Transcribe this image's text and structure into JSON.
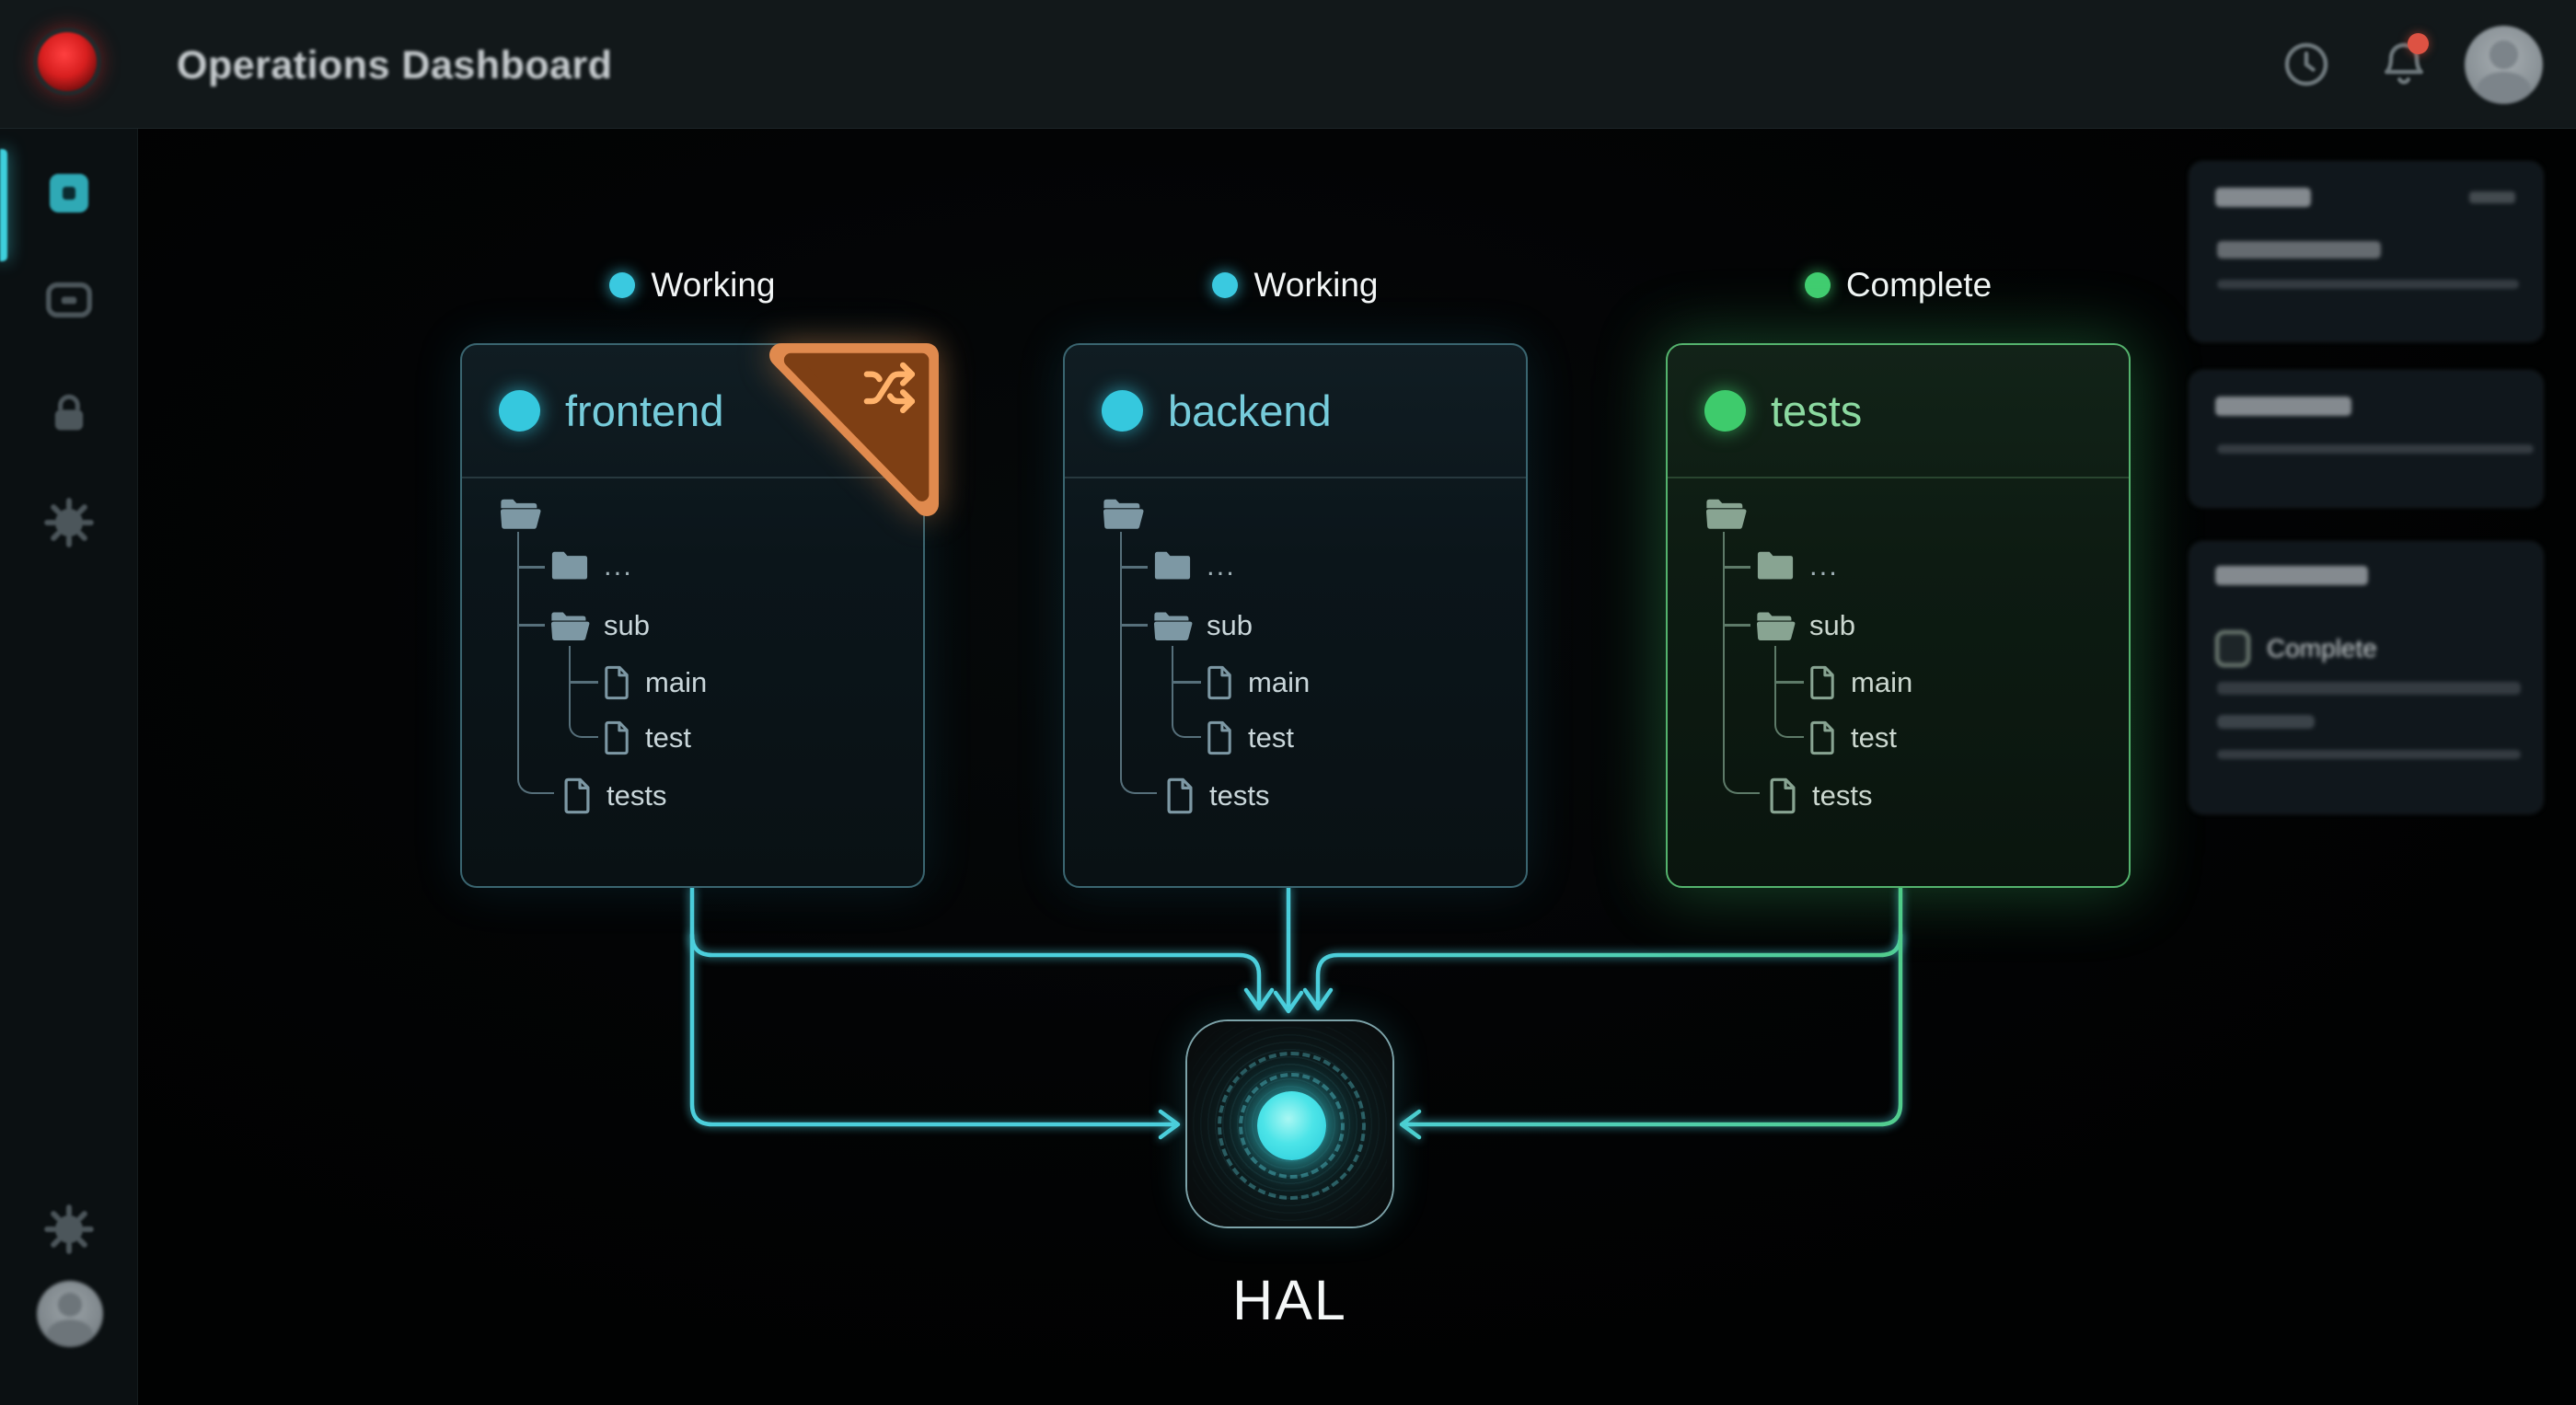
{
  "topbar": {
    "title": "Operations Dashboard",
    "icons": [
      "clock-icon",
      "bell-icon",
      "user-avatar"
    ],
    "has_notification_dot": true
  },
  "sidebar": {
    "items": [
      {
        "icon": "dashboard-grid-icon",
        "active": true
      },
      {
        "icon": "terminal-card-icon",
        "active": false
      },
      {
        "icon": "lock-icon",
        "active": false
      },
      {
        "icon": "gear-icon",
        "active": false
      },
      {
        "icon": "settings-gear-icon",
        "active": false
      },
      {
        "icon": "user-avatar",
        "active": false
      }
    ]
  },
  "panels": [
    {
      "name": "frontend",
      "status": "Working",
      "accent": "#3ac9e0",
      "badge_icon": "shuffle-icon",
      "tree": {
        "rows": [
          {
            "icon": "folder-open",
            "label": ""
          },
          {
            "icon": "folder",
            "label": "..."
          },
          {
            "icon": "folder-open",
            "label": "sub"
          },
          {
            "icon": "file",
            "label": "main"
          },
          {
            "icon": "file",
            "label": "test"
          },
          {
            "icon": "file",
            "label": "tests"
          }
        ]
      }
    },
    {
      "name": "backend",
      "status": "Working",
      "accent": "#3ac9e0",
      "tree": {
        "rows": [
          {
            "icon": "folder-open",
            "label": ""
          },
          {
            "icon": "folder",
            "label": "..."
          },
          {
            "icon": "folder-open",
            "label": "sub"
          },
          {
            "icon": "file",
            "label": "main"
          },
          {
            "icon": "file",
            "label": "test"
          },
          {
            "icon": "file",
            "label": "tests"
          }
        ]
      }
    },
    {
      "name": "tests",
      "status": "Complete",
      "accent": "#41cd70",
      "tree": {
        "rows": [
          {
            "icon": "folder-open",
            "label": ""
          },
          {
            "icon": "folder",
            "label": "..."
          },
          {
            "icon": "folder-open",
            "label": "sub"
          },
          {
            "icon": "file",
            "label": "main"
          },
          {
            "icon": "file",
            "label": "test"
          },
          {
            "icon": "file",
            "label": "tests"
          }
        ]
      }
    }
  ],
  "hal": {
    "label": "HAL"
  },
  "right_rail": {
    "cards": [
      {
        "content": "blurred-skeleton"
      },
      {
        "content": "blurred-skeleton"
      },
      {
        "content": "blurred-skeleton",
        "status_label": "Complete"
      }
    ]
  },
  "colors": {
    "wire_cyan": "#4ccfdc",
    "wire_green": "#52cd8d",
    "cyan_accent": "#3ac9e0",
    "green_accent": "#41cd70",
    "orange_accent": "#ef9050",
    "background": "#030405"
  }
}
